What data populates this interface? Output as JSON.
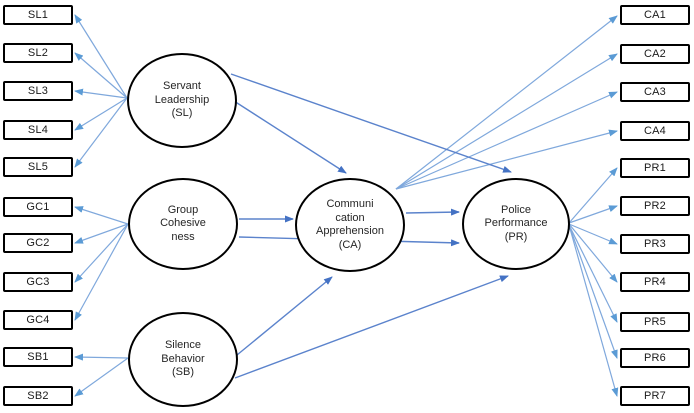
{
  "latent_variables": [
    {
      "id": "SL",
      "lines": [
        "Servant",
        "Leadership",
        "(SL)"
      ]
    },
    {
      "id": "GC",
      "lines": [
        "Group",
        "Cohesive",
        "ness"
      ]
    },
    {
      "id": "SB",
      "lines": [
        "Silence",
        "Behavior",
        "(SB)"
      ]
    },
    {
      "id": "CA",
      "lines": [
        "Communi",
        "cation",
        "Apprehension",
        "(CA)"
      ]
    },
    {
      "id": "PR",
      "lines": [
        "Police",
        "Performance",
        "(PR)"
      ]
    }
  ],
  "indicators": {
    "left": [
      "SL1",
      "SL2",
      "SL3",
      "SL4",
      "SL5",
      "GC1",
      "GC2",
      "GC3",
      "GC4",
      "SB1",
      "SB2"
    ],
    "right": [
      "CA1",
      "CA2",
      "CA3",
      "CA4",
      "PR1",
      "PR2",
      "PR3",
      "PR4",
      "PR5",
      "PR6",
      "PR7"
    ]
  },
  "structural_paths": [
    {
      "from": "Servant Leadership (SL)",
      "to": "Communication Apprehension (CA)"
    },
    {
      "from": "Servant Leadership (SL)",
      "to": "Police Performance (PR)"
    },
    {
      "from": "Group Cohesiveness",
      "to": "Communication Apprehension (CA)"
    },
    {
      "from": "Group Cohesiveness",
      "to": "Police Performance (PR)"
    },
    {
      "from": "Silence Behavior (SB)",
      "to": "Communication Apprehension (CA)"
    },
    {
      "from": "Silence Behavior (SB)",
      "to": "Police Performance (PR)"
    },
    {
      "from": "Communication Apprehension (CA)",
      "to": "Police Performance (PR)"
    }
  ],
  "measurement_paths": [
    {
      "from": "SL",
      "to": [
        "SL1",
        "SL2",
        "SL3",
        "SL4",
        "SL5"
      ]
    },
    {
      "from": "GC",
      "to": [
        "GC1",
        "GC2",
        "GC3",
        "GC4"
      ]
    },
    {
      "from": "SB",
      "to": [
        "SB1",
        "SB2"
      ]
    },
    {
      "from": "CA",
      "to": [
        "CA1",
        "CA2",
        "CA3",
        "CA4"
      ]
    },
    {
      "from": "PR",
      "to": [
        "PR1",
        "PR2",
        "PR3",
        "PR4",
        "PR5",
        "PR6",
        "PR7"
      ]
    }
  ],
  "colors": {
    "measurement_arrow": "#7FA8DC",
    "structural_arrow": "#4472C4",
    "node_border": "#000000",
    "node_fill": "#FFFFFF",
    "text": "#262626",
    "background": "#FFFFFF"
  }
}
